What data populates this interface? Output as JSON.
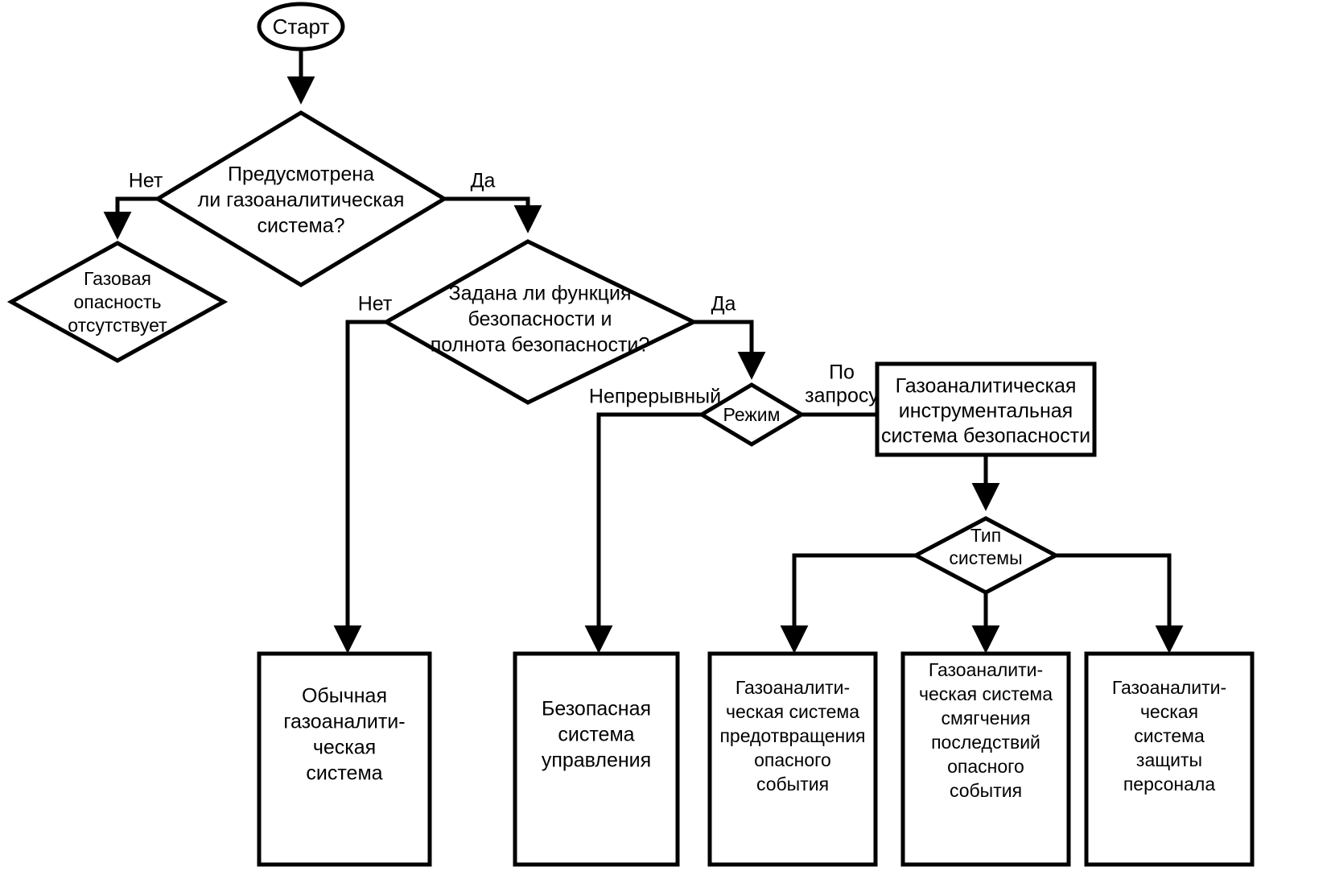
{
  "diagram": {
    "title": "Блок-схема выбора газоаналитической системы",
    "colors": {
      "stroke": "#000000",
      "fill": "#ffffff",
      "text": "#000000"
    },
    "nodes": {
      "start": {
        "type": "terminator",
        "label": "Старт"
      },
      "d1": {
        "type": "decision",
        "lines": [
          "Предусмотрена",
          "ли газоаналитическая",
          "система?"
        ]
      },
      "d1_no_result": {
        "type": "decision",
        "lines": [
          "Газовая",
          "опасность",
          "отсутствует"
        ]
      },
      "d2": {
        "type": "decision",
        "lines": [
          "Задана ли функция",
          "безопасности и",
          "полнота безопасности?"
        ]
      },
      "d3": {
        "type": "decision",
        "lines": [
          "Режим"
        ]
      },
      "p1": {
        "type": "process",
        "lines": [
          "Газоаналитическая",
          "инструментальная",
          "система безопасности"
        ]
      },
      "d4": {
        "type": "decision",
        "lines": [
          "Тип",
          "системы"
        ]
      },
      "r1": {
        "type": "process",
        "lines": [
          "Обычная",
          "газоаналити-",
          "ческая",
          "система"
        ]
      },
      "r2": {
        "type": "process",
        "lines": [
          "Безопасная",
          "система",
          "управления"
        ]
      },
      "r3": {
        "type": "process",
        "lines": [
          "Газоаналити-",
          "ческая система",
          "предотвращения",
          "опасного",
          "события"
        ]
      },
      "r4": {
        "type": "process",
        "lines": [
          "Газоаналити-",
          "ческая система",
          "смягчения",
          "последствий",
          "опасного",
          "события"
        ]
      },
      "r5": {
        "type": "process",
        "lines": [
          "Газоаналити-",
          "ческая",
          "система",
          "защиты",
          "персонала"
        ]
      }
    },
    "edge_labels": {
      "d1_no": "Нет",
      "d1_yes": "Да",
      "d2_no": "Нет",
      "d2_yes": "Да",
      "d3_continuous": "Непрерывный",
      "d3_ondemand_line1": "По",
      "d3_ondemand_line2": "запросу"
    }
  }
}
